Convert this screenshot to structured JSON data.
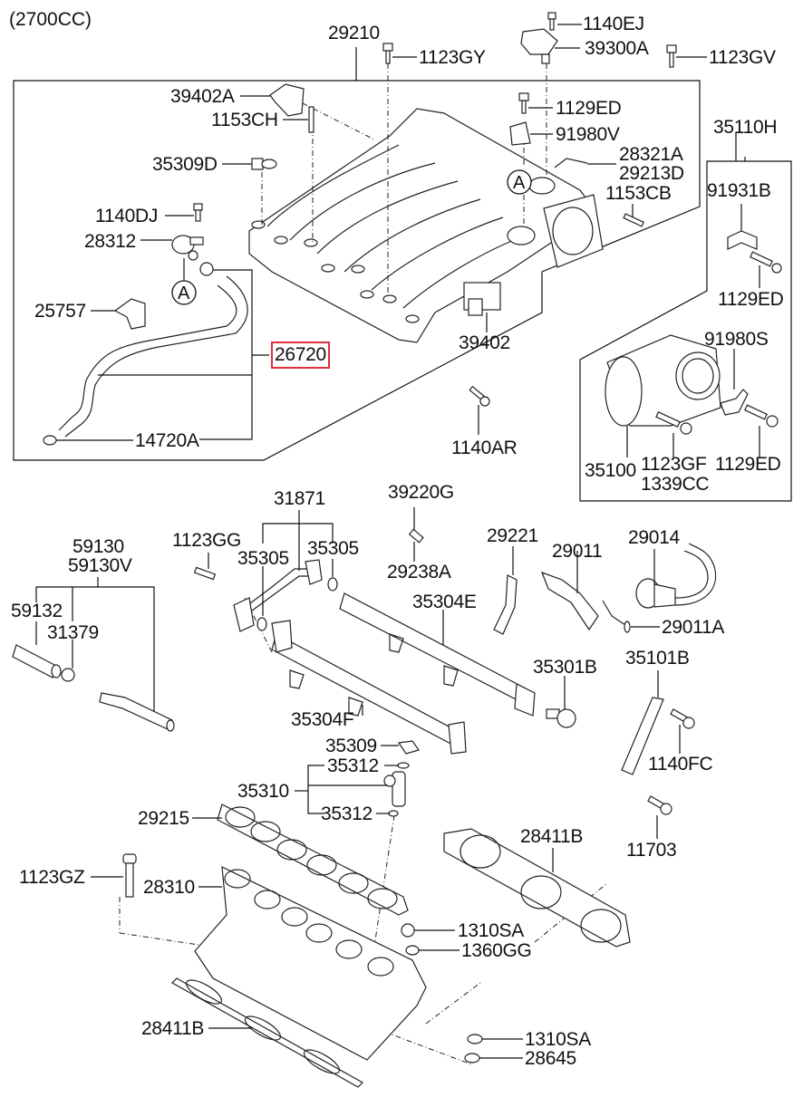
{
  "diagram": {
    "engine_label": "(2700CC)",
    "highlight_color": "#e03040",
    "highlighted_part": "26720",
    "callout_letter": "A",
    "labels": {
      "p29210": "29210",
      "p1140EJ": "1140EJ",
      "p1123GY": "1123GY",
      "p39300A": "39300A",
      "p1123GV": "1123GV",
      "p39402A": "39402A",
      "p1153CH": "1153CH",
      "p1129ED_top": "1129ED",
      "p91980V": "91980V",
      "p35110H": "35110H",
      "p35309D": "35309D",
      "p28321A": "28321A",
      "p29213D": "29213D",
      "p1153CB": "1153CB",
      "p91931B": "91931B",
      "p1140DJ": "1140DJ",
      "p28312": "28312",
      "p1129ED_right": "1129ED",
      "p25757": "25757",
      "p39402": "39402",
      "p26720": "26720",
      "p91980S": "91980S",
      "p14720A": "14720A",
      "p1140AR": "1140AR",
      "p35100": "35100",
      "p1123GF": "1123GF",
      "p1339CC": "1339CC",
      "p1129ED_bottom": "1129ED",
      "p31871": "31871",
      "p39220G": "39220G",
      "p59130": "59130",
      "p59130V": "59130V",
      "p1123GG": "1123GG",
      "p35305_left": "35305",
      "p35305_right": "35305",
      "p29221": "29221",
      "p29014": "29014",
      "p29011": "29011",
      "p29238A": "29238A",
      "p59132": "59132",
      "p31379": "31379",
      "p35304E": "35304E",
      "p29011A": "29011A",
      "p35301B": "35301B",
      "p35101B": "35101B",
      "p35304F": "35304F",
      "p35309": "35309",
      "p35312_top": "35312",
      "p35310": "35310",
      "p1140FC": "1140FC",
      "p35312_bottom": "35312",
      "p29215": "29215",
      "p28411B_right": "28411B",
      "p11703": "11703",
      "p1123GZ": "1123GZ",
      "p28310": "28310",
      "p1310SA_top": "1310SA",
      "p1360GG": "1360GG",
      "p28411B_bottom": "28411B",
      "p1310SA_bottom": "1310SA",
      "p28645": "28645"
    }
  }
}
